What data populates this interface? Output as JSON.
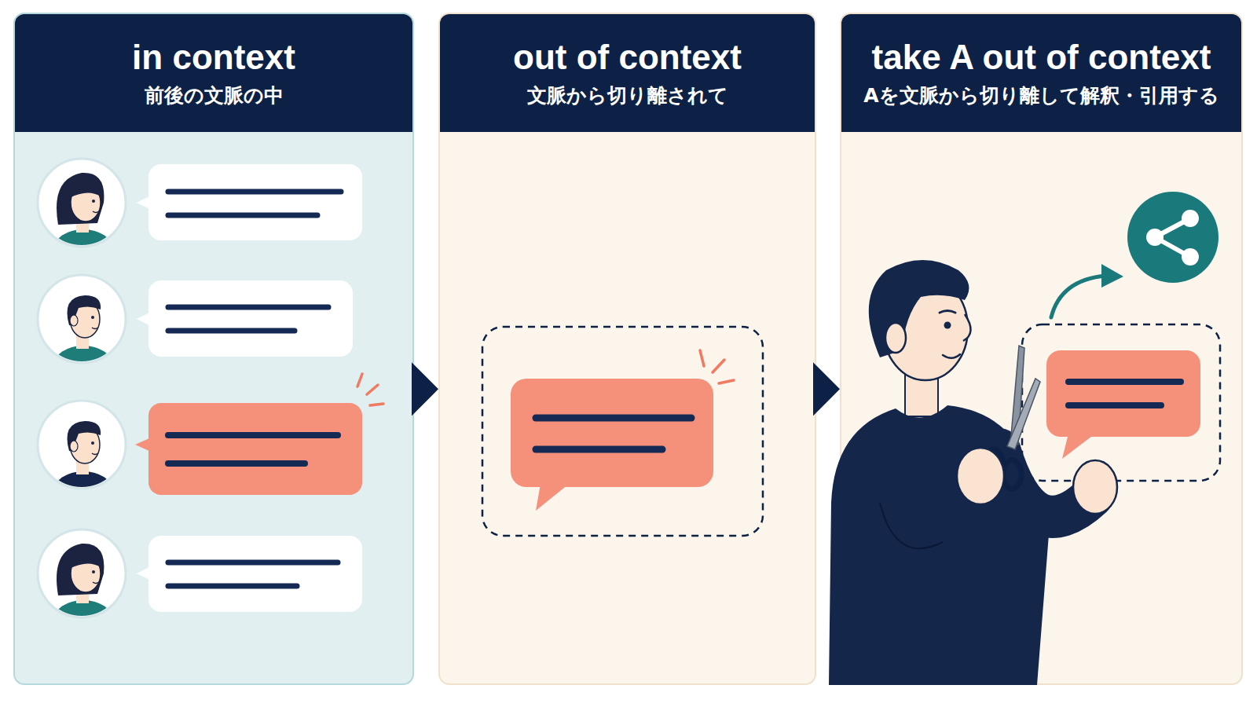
{
  "diagram": {
    "nodes": [
      {
        "text": [
          "in context",
          "前後の文脈の中"
        ]
      },
      {
        "text": [
          "out of context",
          "文脈から切り離されて"
        ]
      },
      {
        "text": [
          "take A out of context",
          "Aを文脈から切り離して解釈・引用する"
        ]
      }
    ],
    "edges": [
      {
        "from": 0,
        "to": 1,
        "arrow": "to"
      },
      {
        "from": 1,
        "to": 2,
        "arrow": "to"
      }
    ]
  }
}
